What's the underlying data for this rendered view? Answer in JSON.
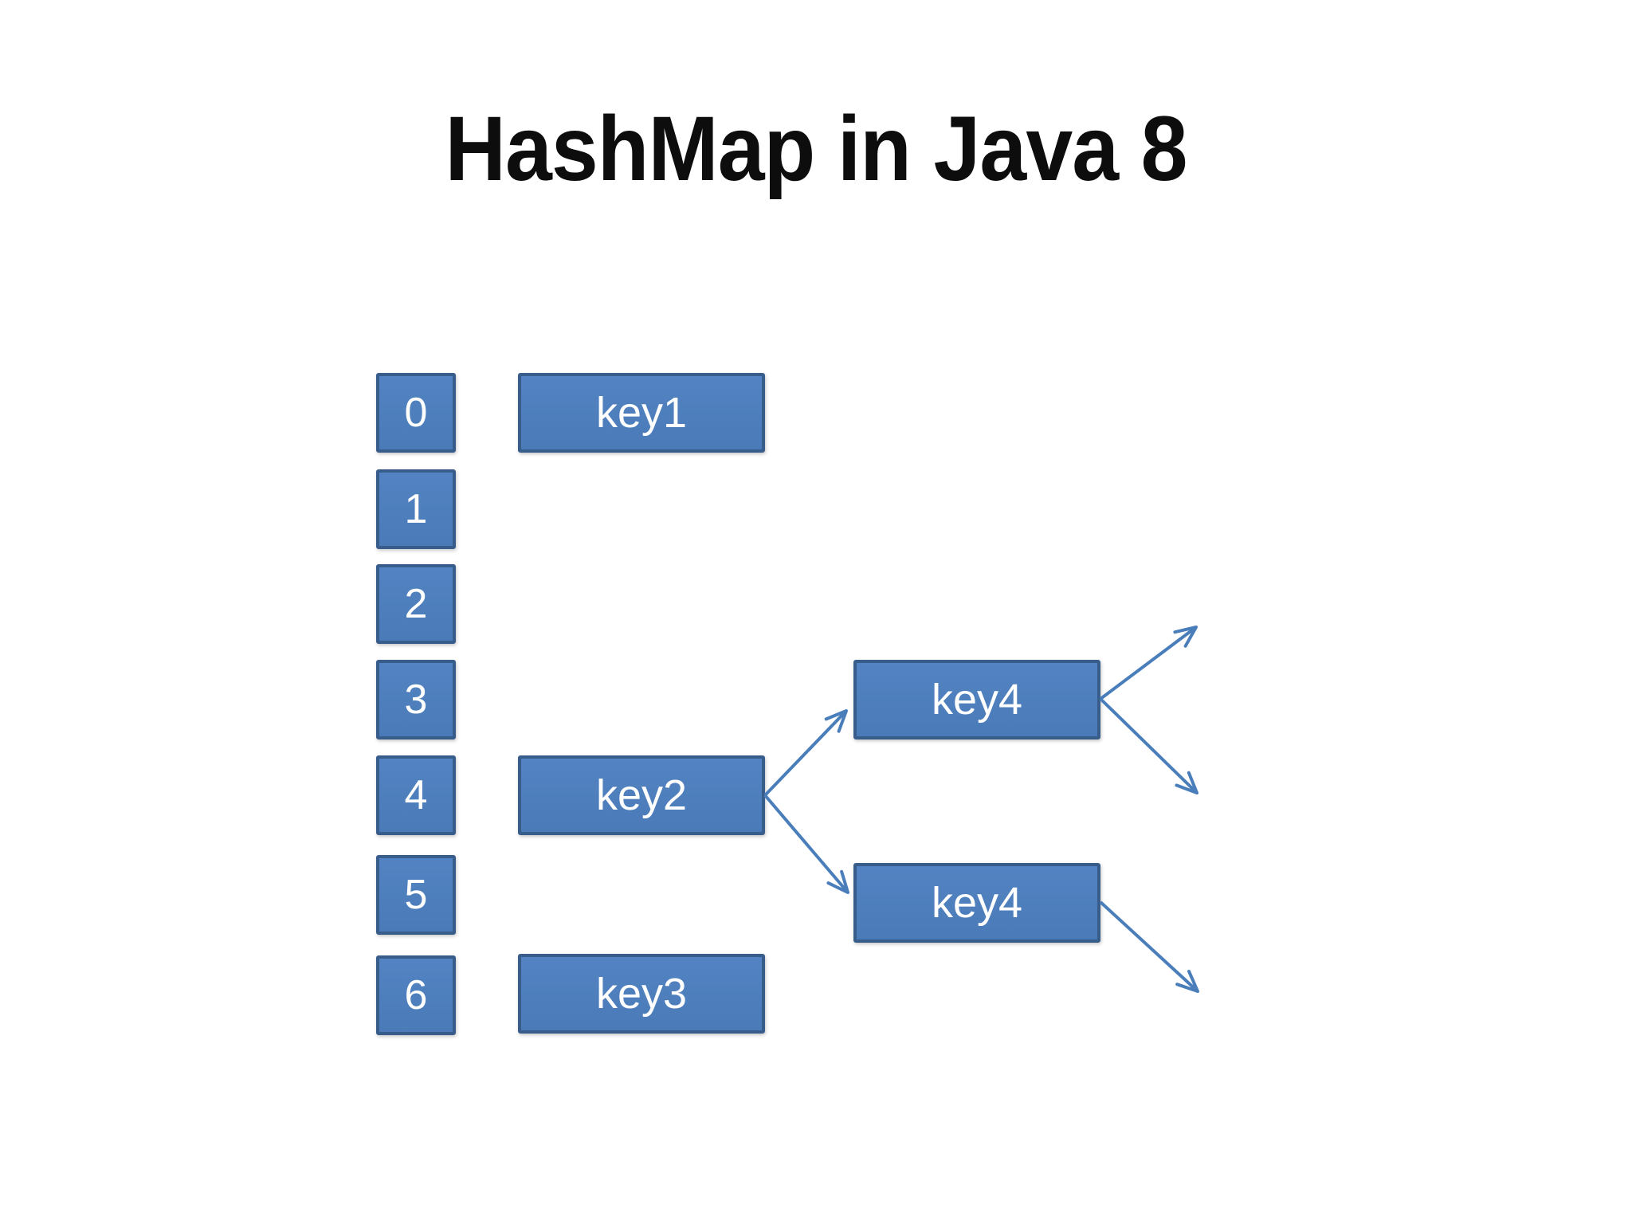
{
  "title": "HashMap in Java 8",
  "buckets": [
    "0",
    "1",
    "2",
    "3",
    "4",
    "5",
    "6"
  ],
  "nodes": {
    "key1": "key1",
    "key2": "key2",
    "key3": "key3",
    "key4_top": "key4",
    "key4_bottom": "key4"
  },
  "connections": [
    {
      "from": "key2",
      "to": "key4_top"
    },
    {
      "from": "key2",
      "to": "key4_bottom"
    },
    {
      "from": "key4_top",
      "to": ""
    },
    {
      "from": "key4_top",
      "to": ""
    },
    {
      "from": "key4_bottom",
      "to": ""
    }
  ],
  "colors": {
    "box_fill": "#4d7ebd",
    "box_border": "#385d8a",
    "box_text": "#ffffff",
    "arrow": "#4a7ebb",
    "title_text": "#0d0d0d",
    "background": "#ffffff"
  }
}
